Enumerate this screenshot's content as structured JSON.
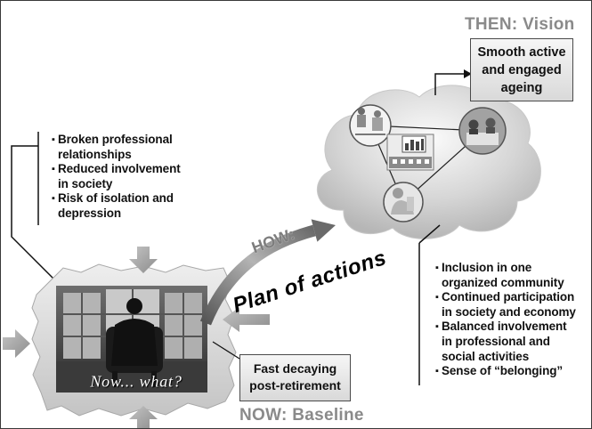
{
  "vision": {
    "title": "THEN: Vision",
    "box_lines": [
      "Smooth active",
      "and engaged",
      "ageing"
    ]
  },
  "current_state": {
    "bullet_marker": "▪",
    "bullets": [
      [
        "Broken professional",
        "relationships"
      ],
      [
        "Reduced involvement",
        "in society"
      ],
      [
        "Risk of isolation and",
        "depression"
      ]
    ]
  },
  "target_state": {
    "bullets": [
      [
        "Inclusion in one",
        "organized community"
      ],
      [
        "Continued participation",
        "in society and economy"
      ],
      [
        "Balanced involvement",
        "in professional and",
        "social activities"
      ],
      [
        "Sense of “belonging”"
      ]
    ]
  },
  "how": {
    "label": "HOW:",
    "plan": "Plan of actions"
  },
  "baseline": {
    "title": "NOW: Baseline",
    "box_lines": [
      "Fast decaying",
      "post-retirement"
    ],
    "photo_caption": "Now... what?"
  },
  "images": {
    "cloud_photos": [
      "meeting-sketch-photo",
      "group-photo",
      "elderly-person-photo",
      "community-building-image"
    ],
    "baseline_photo": "man-in-armchair-photo"
  },
  "colors": {
    "title_gray": "#8a8a8a",
    "cloud_fill": "#d6d6d6",
    "arrow_gray": "#a6a6a6"
  }
}
